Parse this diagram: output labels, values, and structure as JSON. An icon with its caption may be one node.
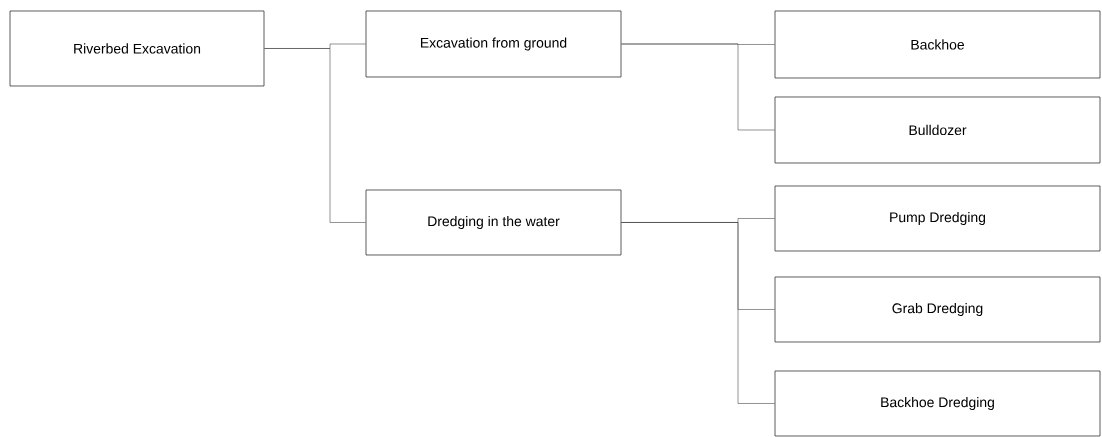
{
  "diagram": {
    "nodes": [
      {
        "text": [
          "Riverbed Excavation"
        ]
      },
      {
        "text": [
          "Excavation from ground"
        ]
      },
      {
        "text": [
          "Dredging in the water"
        ]
      },
      {
        "text": [
          "Backhoe"
        ]
      },
      {
        "text": [
          "Bulldozer"
        ]
      },
      {
        "text": [
          "Pump Dredging"
        ]
      },
      {
        "text": [
          "Grab Dredging"
        ]
      },
      {
        "text": [
          "Backhoe Dredging"
        ]
      }
    ],
    "edges": [
      {
        "from": 0,
        "to": 1,
        "arrow": "none"
      },
      {
        "from": 0,
        "to": 2,
        "arrow": "none"
      },
      {
        "from": 1,
        "to": 3,
        "arrow": "none"
      },
      {
        "from": 1,
        "to": 4,
        "arrow": "none"
      },
      {
        "from": 2,
        "to": 5,
        "arrow": "none"
      },
      {
        "from": 2,
        "to": 6,
        "arrow": "none"
      },
      {
        "from": 2,
        "to": 7,
        "arrow": "none"
      }
    ]
  }
}
